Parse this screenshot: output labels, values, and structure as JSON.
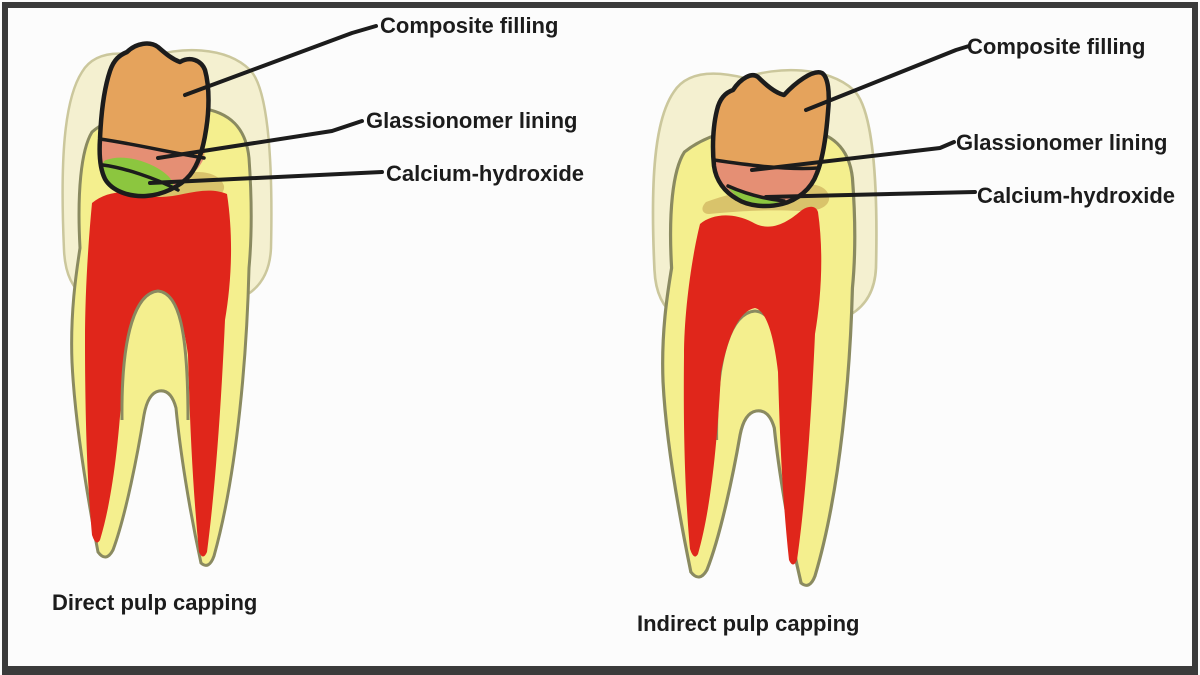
{
  "figure": {
    "type": "dental pulp capping diagram",
    "panels": [
      {
        "id": "direct",
        "caption": "Direct pulp capping",
        "labels": [
          {
            "text": "Composite filling"
          },
          {
            "text": "Glassionomer lining"
          },
          {
            "text": "Calcium-hydroxide"
          }
        ]
      },
      {
        "id": "indirect",
        "caption": "Indirect pulp capping",
        "labels": [
          {
            "text": "Composite filling"
          },
          {
            "text": "Glassionomer lining"
          },
          {
            "text": "Calcium-hydroxide"
          }
        ]
      }
    ],
    "layers": [
      {
        "label": "Composite filling",
        "color_key": "composite"
      },
      {
        "label": "Glassionomer lining",
        "color_key": "glassionomer"
      },
      {
        "label": "Calcium-hydroxide",
        "color_key": "calcium_hydroxide"
      }
    ]
  },
  "colors": {
    "composite": "#e5a35c",
    "glassionomer": "#e58f74",
    "calcium_hydroxide": "#8cc63f",
    "dentin": "#f4ef8e",
    "enamel": "#f4f0d0",
    "enamel_outline": "#cbc79c",
    "cavity_floor": "#d9c36b",
    "pulp": "#e0261b",
    "outline": "#8a8a60",
    "ink": "#1c1c1c",
    "frame_border": "#3b3b3b",
    "background": "#fcfcfc"
  }
}
